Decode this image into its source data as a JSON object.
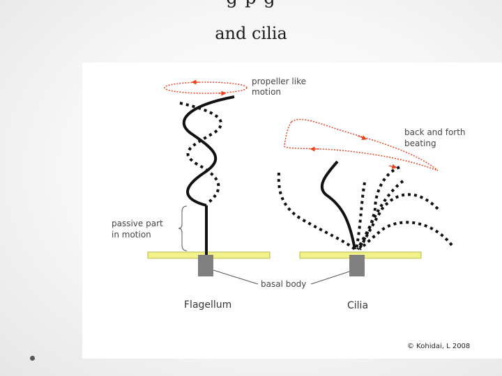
{
  "slide": {
    "title_line1": "g p g",
    "title_line2": "and cilia"
  },
  "diagram": {
    "label_propeller": [
      "propeller like",
      "motion"
    ],
    "label_beating": [
      "back and forth",
      "beating"
    ],
    "label_passive": [
      "passive part",
      "in motion"
    ],
    "label_basal": "basal body",
    "label_flagellum": "Flagellum",
    "label_cilia": "Cilia",
    "copyright": "© Kohidai, L 2008"
  },
  "colors": {
    "membrane": "#f2f28a",
    "basal_body": "#808080",
    "motion_arrows": "#e8431e",
    "stroke": "#111111"
  }
}
